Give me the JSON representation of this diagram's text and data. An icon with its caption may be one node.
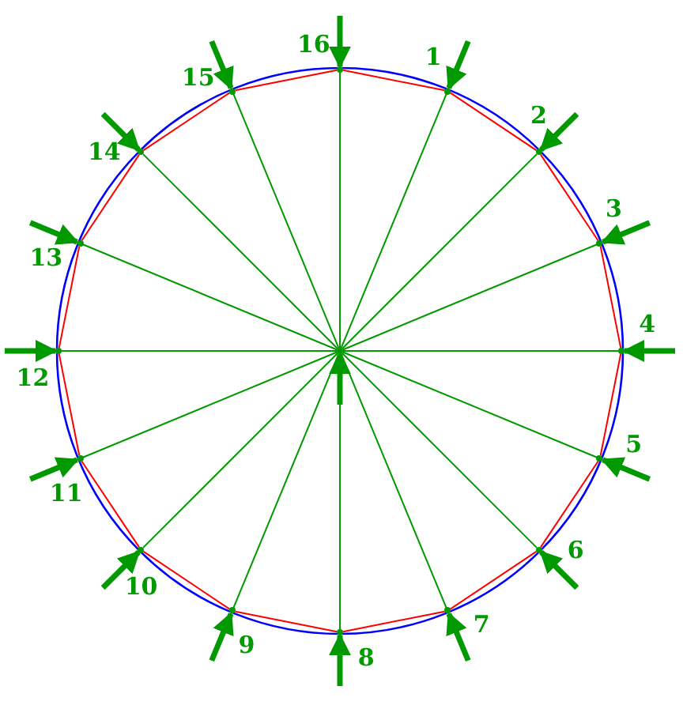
{
  "diagram": {
    "nodes": [
      {
        "text": [],
        "shape": "point",
        "beside": [
          "1"
        ]
      },
      {
        "text": [],
        "shape": "point",
        "beside": [
          "2"
        ]
      },
      {
        "text": [],
        "shape": "point",
        "beside": [
          "3"
        ]
      },
      {
        "text": [],
        "shape": "point",
        "beside": [
          "4"
        ]
      },
      {
        "text": [],
        "shape": "point",
        "beside": [
          "5"
        ]
      },
      {
        "text": [],
        "shape": "point",
        "beside": [
          "6"
        ]
      },
      {
        "text": [],
        "shape": "point",
        "beside": [
          "7"
        ]
      },
      {
        "text": [],
        "shape": "point",
        "beside": [
          "8"
        ]
      },
      {
        "text": [],
        "shape": "point",
        "beside": [
          "9"
        ]
      },
      {
        "text": [],
        "shape": "point",
        "beside": [
          "10"
        ]
      },
      {
        "text": [],
        "shape": "point",
        "beside": [
          "11"
        ]
      },
      {
        "text": [],
        "shape": "point",
        "beside": [
          "12"
        ]
      },
      {
        "text": [],
        "shape": "point",
        "beside": [
          "13"
        ]
      },
      {
        "text": [],
        "shape": "point",
        "beside": [
          "14"
        ]
      },
      {
        "text": [],
        "shape": "point",
        "beside": [
          "15"
        ]
      },
      {
        "text": [],
        "shape": "point",
        "beside": [
          "16"
        ]
      },
      {
        "text": [],
        "shape": "point"
      }
    ],
    "edges": [
      {
        "from": 16,
        "to": 0,
        "arrow": "none"
      },
      {
        "from": 16,
        "to": 1,
        "arrow": "none"
      },
      {
        "from": 16,
        "to": 2,
        "arrow": "none"
      },
      {
        "from": 16,
        "to": 3,
        "arrow": "none"
      },
      {
        "from": 16,
        "to": 4,
        "arrow": "none"
      },
      {
        "from": 16,
        "to": 5,
        "arrow": "none"
      },
      {
        "from": 16,
        "to": 6,
        "arrow": "none"
      },
      {
        "from": 16,
        "to": 7,
        "arrow": "none"
      },
      {
        "from": 16,
        "to": 8,
        "arrow": "none"
      },
      {
        "from": 16,
        "to": 9,
        "arrow": "none"
      },
      {
        "from": 16,
        "to": 10,
        "arrow": "none"
      },
      {
        "from": 16,
        "to": 11,
        "arrow": "none"
      },
      {
        "from": 16,
        "to": 12,
        "arrow": "none"
      },
      {
        "from": 16,
        "to": 13,
        "arrow": "none"
      },
      {
        "from": 16,
        "to": 14,
        "arrow": "none"
      },
      {
        "from": 16,
        "to": 15,
        "arrow": "none"
      },
      {
        "from": 0,
        "to": 1,
        "arrow": "none",
        "color": "#ff0000"
      },
      {
        "from": 1,
        "to": 2,
        "arrow": "none",
        "color": "#ff0000"
      },
      {
        "from": 2,
        "to": 3,
        "arrow": "none",
        "color": "#ff0000"
      },
      {
        "from": 3,
        "to": 4,
        "arrow": "none",
        "color": "#ff0000"
      },
      {
        "from": 4,
        "to": 5,
        "arrow": "none",
        "color": "#ff0000"
      },
      {
        "from": 5,
        "to": 6,
        "arrow": "none",
        "color": "#ff0000"
      },
      {
        "from": 6,
        "to": 7,
        "arrow": "none",
        "color": "#ff0000"
      },
      {
        "from": 7,
        "to": 8,
        "arrow": "none",
        "color": "#ff0000"
      },
      {
        "from": 8,
        "to": 9,
        "arrow": "none",
        "color": "#ff0000"
      },
      {
        "from": 9,
        "to": 10,
        "arrow": "none",
        "color": "#ff0000"
      },
      {
        "from": 10,
        "to": 11,
        "arrow": "none",
        "color": "#ff0000"
      },
      {
        "from": 11,
        "to": 12,
        "arrow": "none",
        "color": "#ff0000"
      },
      {
        "from": 12,
        "to": 13,
        "arrow": "none",
        "color": "#ff0000"
      },
      {
        "from": 13,
        "to": 14,
        "arrow": "none",
        "color": "#ff0000"
      },
      {
        "from": 14,
        "to": 15,
        "arrow": "none",
        "color": "#ff0000"
      },
      {
        "from": 15,
        "to": 0,
        "arrow": "none",
        "color": "#ff0000"
      },
      {
        "from": null,
        "to": 0,
        "arrow": "to",
        "style": "thick"
      },
      {
        "from": null,
        "to": 1,
        "arrow": "to",
        "style": "thick"
      },
      {
        "from": null,
        "to": 2,
        "arrow": "to",
        "style": "thick"
      },
      {
        "from": null,
        "to": 3,
        "arrow": "to",
        "style": "thick"
      },
      {
        "from": null,
        "to": 4,
        "arrow": "to",
        "style": "thick"
      },
      {
        "from": null,
        "to": 5,
        "arrow": "to",
        "style": "thick"
      },
      {
        "from": null,
        "to": 6,
        "arrow": "to",
        "style": "thick"
      },
      {
        "from": null,
        "to": 7,
        "arrow": "to",
        "style": "thick"
      },
      {
        "from": null,
        "to": 8,
        "arrow": "to",
        "style": "thick"
      },
      {
        "from": null,
        "to": 9,
        "arrow": "to",
        "style": "thick"
      },
      {
        "from": null,
        "to": 10,
        "arrow": "to",
        "style": "thick"
      },
      {
        "from": null,
        "to": 11,
        "arrow": "to",
        "style": "thick"
      },
      {
        "from": null,
        "to": 12,
        "arrow": "to",
        "style": "thick"
      },
      {
        "from": null,
        "to": 13,
        "arrow": "to",
        "style": "thick"
      },
      {
        "from": null,
        "to": 14,
        "arrow": "to",
        "style": "thick"
      },
      {
        "from": null,
        "to": 15,
        "arrow": "to",
        "style": "thick"
      },
      {
        "from": null,
        "to": 16,
        "arrow": "to",
        "style": "thick"
      }
    ]
  }
}
